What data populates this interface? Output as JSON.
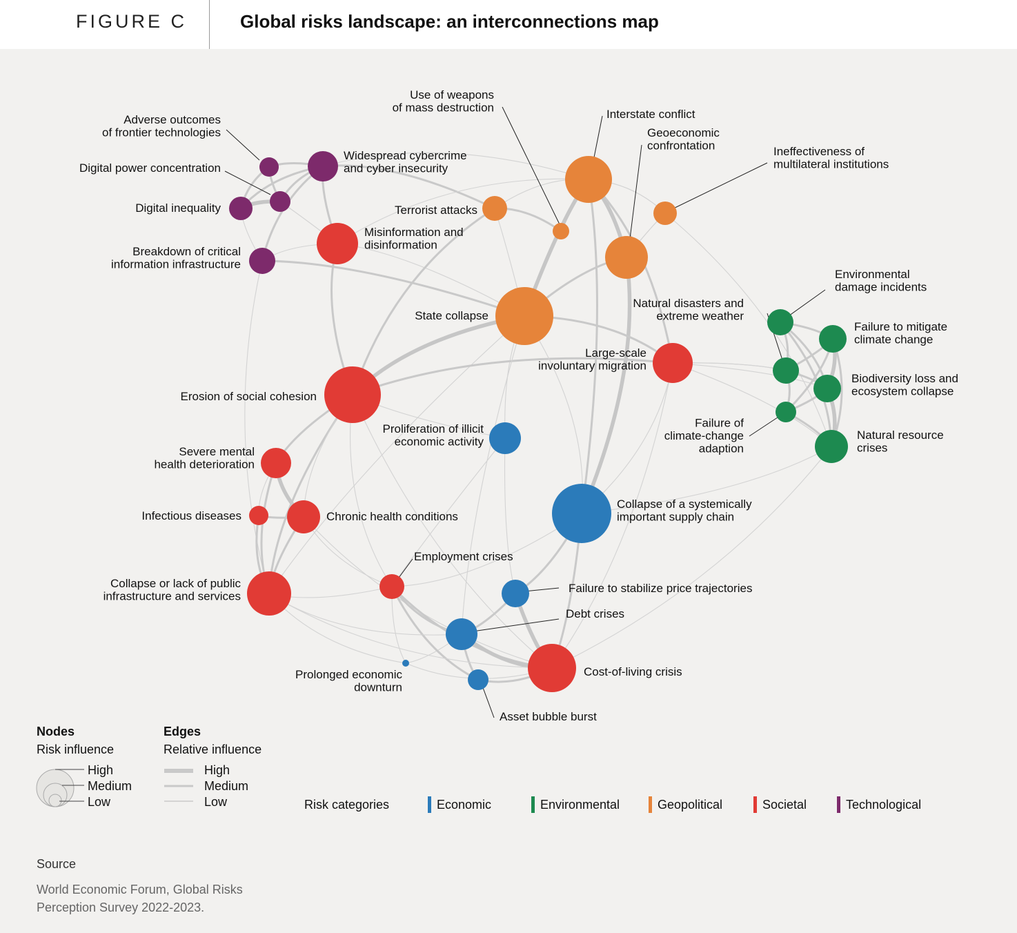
{
  "header": {
    "figure_label": "FIGURE C",
    "title": "Global risks landscape: an interconnections map"
  },
  "colors": {
    "economic": "#2b7bba",
    "environmental": "#1d8a50",
    "geopolitical": "#e6843a",
    "societal": "#e13b35",
    "technological": "#7d2a6b",
    "edge": "#bdbdbd"
  },
  "nodes": [
    {
      "id": "adverse",
      "label": "Adverse outcomes\nof frontier technologies",
      "category": "technological",
      "influence": "low"
    },
    {
      "id": "digpower",
      "label": "Digital power concentration",
      "category": "technological",
      "influence": "low"
    },
    {
      "id": "diginequality",
      "label": "Digital inequality",
      "category": "technological",
      "influence": "low"
    },
    {
      "id": "cybercrime",
      "label": "Widespread cybercrime\nand cyber insecurity",
      "category": "technological",
      "influence": "medium"
    },
    {
      "id": "breakdown",
      "label": "Breakdown of critical\ninformation infrastructure",
      "category": "technological",
      "influence": "low"
    },
    {
      "id": "misinfo",
      "label": "Misinformation and\ndisinformation",
      "category": "societal",
      "influence": "medium"
    },
    {
      "id": "terrorist",
      "label": "Terrorist attacks",
      "category": "geopolitical",
      "influence": "low"
    },
    {
      "id": "wmd",
      "label": "Use of weapons\nof mass destruction",
      "category": "geopolitical",
      "influence": "low"
    },
    {
      "id": "interstate",
      "label": "Interstate conflict",
      "category": "geopolitical",
      "influence": "high"
    },
    {
      "id": "geoeconomic",
      "label": "Geoeconomic\nconfrontation",
      "category": "geopolitical",
      "influence": "medium"
    },
    {
      "id": "ineffective",
      "label": "Ineffectiveness of\nmultilateral institutions",
      "category": "geopolitical",
      "influence": "low"
    },
    {
      "id": "statecollapse",
      "label": "State collapse",
      "category": "geopolitical",
      "influence": "high"
    },
    {
      "id": "migration",
      "label": "Large-scale\ninvoluntary migration",
      "category": "societal",
      "influence": "medium"
    },
    {
      "id": "envdamage",
      "label": "Environmental\ndamage incidents",
      "category": "environmental",
      "influence": "low"
    },
    {
      "id": "natdisasters",
      "label": "Natural disasters and\nextreme weather",
      "category": "environmental",
      "influence": "low"
    },
    {
      "id": "mitigate",
      "label": "Failure to mitigate\nclimate change",
      "category": "environmental",
      "influence": "low"
    },
    {
      "id": "biodiversity",
      "label": "Biodiversity loss and\necosystem collapse",
      "category": "environmental",
      "influence": "low"
    },
    {
      "id": "adaption",
      "label": "Failure of\nclimate-change\nadaption",
      "category": "environmental",
      "influence": "low"
    },
    {
      "id": "natresource",
      "label": "Natural resource\ncrises",
      "category": "environmental",
      "influence": "medium"
    },
    {
      "id": "erosion",
      "label": "Erosion of social cohesion",
      "category": "societal",
      "influence": "high"
    },
    {
      "id": "illicit",
      "label": "Proliferation of illicit\neconomic activity",
      "category": "economic",
      "influence": "low"
    },
    {
      "id": "mental",
      "label": "Severe mental\nhealth deterioration",
      "category": "societal",
      "influence": "low"
    },
    {
      "id": "infectious",
      "label": "Infectious diseases",
      "category": "societal",
      "influence": "low"
    },
    {
      "id": "chronic",
      "label": "Chronic health conditions",
      "category": "societal",
      "influence": "low"
    },
    {
      "id": "supplychain",
      "label": "Collapse of a systemically\nimportant supply chain",
      "category": "economic",
      "influence": "high"
    },
    {
      "id": "employment",
      "label": "Employment crises",
      "category": "societal",
      "influence": "low"
    },
    {
      "id": "publicinfra",
      "label": "Collapse or lack of public\ninfrastructure and services",
      "category": "societal",
      "influence": "medium"
    },
    {
      "id": "price",
      "label": "Failure to stabilize price trajectories",
      "category": "economic",
      "influence": "low"
    },
    {
      "id": "debt",
      "label": "Debt crises",
      "category": "economic",
      "influence": "low"
    },
    {
      "id": "costofliving",
      "label": "Cost-of-living crisis",
      "category": "societal",
      "influence": "high"
    },
    {
      "id": "prolonged",
      "label": "Prolonged economic\ndownturn",
      "category": "economic",
      "influence": "low"
    },
    {
      "id": "assetbubble",
      "label": "Asset bubble burst",
      "category": "economic",
      "influence": "low"
    }
  ],
  "edges": [
    {
      "source": "adverse",
      "target": "cybercrime",
      "weight": "medium"
    },
    {
      "source": "adverse",
      "target": "digpower",
      "weight": "medium"
    },
    {
      "source": "adverse",
      "target": "diginequality",
      "weight": "medium"
    },
    {
      "source": "digpower",
      "target": "diginequality",
      "weight": "high"
    },
    {
      "source": "digpower",
      "target": "cybercrime",
      "weight": "medium"
    },
    {
      "source": "diginequality",
      "target": "cybercrime",
      "weight": "medium"
    },
    {
      "source": "diginequality",
      "target": "breakdown",
      "weight": "low"
    },
    {
      "source": "cybercrime",
      "target": "breakdown",
      "weight": "medium"
    },
    {
      "source": "cybercrime",
      "target": "misinfo",
      "weight": "medium"
    },
    {
      "source": "cybercrime",
      "target": "terrorist",
      "weight": "medium"
    },
    {
      "source": "cybercrime",
      "target": "interstate",
      "weight": "low"
    },
    {
      "source": "digpower",
      "target": "misinfo",
      "weight": "low"
    },
    {
      "source": "breakdown",
      "target": "misinfo",
      "weight": "low"
    },
    {
      "source": "breakdown",
      "target": "statecollapse",
      "weight": "medium"
    },
    {
      "source": "breakdown",
      "target": "publicinfra",
      "weight": "low"
    },
    {
      "source": "misinfo",
      "target": "erosion",
      "weight": "medium"
    },
    {
      "source": "misinfo",
      "target": "statecollapse",
      "weight": "low"
    },
    {
      "source": "misinfo",
      "target": "interstate",
      "weight": "low"
    },
    {
      "source": "terrorist",
      "target": "wmd",
      "weight": "medium"
    },
    {
      "source": "terrorist",
      "target": "statecollapse",
      "weight": "low"
    },
    {
      "source": "terrorist",
      "target": "interstate",
      "weight": "low"
    },
    {
      "source": "terrorist",
      "target": "erosion",
      "weight": "medium"
    },
    {
      "source": "wmd",
      "target": "interstate",
      "weight": "medium"
    },
    {
      "source": "interstate",
      "target": "geoeconomic",
      "weight": "high"
    },
    {
      "source": "interstate",
      "target": "statecollapse",
      "weight": "high"
    },
    {
      "source": "interstate",
      "target": "ineffective",
      "weight": "low"
    },
    {
      "source": "interstate",
      "target": "migration",
      "weight": "medium"
    },
    {
      "source": "interstate",
      "target": "supplychain",
      "weight": "medium"
    },
    {
      "source": "geoeconomic",
      "target": "statecollapse",
      "weight": "medium"
    },
    {
      "source": "geoeconomic",
      "target": "supplychain",
      "weight": "high"
    },
    {
      "source": "geoeconomic",
      "target": "ineffective",
      "weight": "low"
    },
    {
      "source": "ineffective",
      "target": "natresource",
      "weight": "low"
    },
    {
      "source": "ineffective",
      "target": "geoeconomic",
      "weight": "low"
    },
    {
      "source": "statecollapse",
      "target": "erosion",
      "weight": "high"
    },
    {
      "source": "statecollapse",
      "target": "migration",
      "weight": "medium"
    },
    {
      "source": "statecollapse",
      "target": "illicit",
      "weight": "low"
    },
    {
      "source": "statecollapse",
      "target": "publicinfra",
      "weight": "low"
    },
    {
      "source": "erosion",
      "target": "migration",
      "weight": "medium"
    },
    {
      "source": "erosion",
      "target": "mental",
      "weight": "medium"
    },
    {
      "source": "erosion",
      "target": "publicinfra",
      "weight": "medium"
    },
    {
      "source": "erosion",
      "target": "employment",
      "weight": "low"
    },
    {
      "source": "erosion",
      "target": "costofliving",
      "weight": "low"
    },
    {
      "source": "erosion",
      "target": "chronic",
      "weight": "low"
    },
    {
      "source": "migration",
      "target": "natdisasters",
      "weight": "low"
    },
    {
      "source": "migration",
      "target": "biodiversity",
      "weight": "low"
    },
    {
      "source": "migration",
      "target": "natresource",
      "weight": "low"
    },
    {
      "source": "migration",
      "target": "supplychain",
      "weight": "low"
    },
    {
      "source": "migration",
      "target": "costofliving",
      "weight": "low"
    },
    {
      "source": "envdamage",
      "target": "mitigate",
      "weight": "medium"
    },
    {
      "source": "envdamage",
      "target": "natdisasters",
      "weight": "medium"
    },
    {
      "source": "envdamage",
      "target": "biodiversity",
      "weight": "medium"
    },
    {
      "source": "envdamage",
      "target": "natresource",
      "weight": "medium"
    },
    {
      "source": "natdisasters",
      "target": "mitigate",
      "weight": "medium"
    },
    {
      "source": "natdisasters",
      "target": "adaption",
      "weight": "medium"
    },
    {
      "source": "natdisasters",
      "target": "biodiversity",
      "weight": "medium"
    },
    {
      "source": "mitigate",
      "target": "biodiversity",
      "weight": "high"
    },
    {
      "source": "mitigate",
      "target": "adaption",
      "weight": "medium"
    },
    {
      "source": "mitigate",
      "target": "natresource",
      "weight": "medium"
    },
    {
      "source": "biodiversity",
      "target": "adaption",
      "weight": "medium"
    },
    {
      "source": "biodiversity",
      "target": "natresource",
      "weight": "high"
    },
    {
      "source": "adaption",
      "target": "natresource",
      "weight": "medium"
    },
    {
      "source": "natresource",
      "target": "supplychain",
      "weight": "low"
    },
    {
      "source": "natresource",
      "target": "costofliving",
      "weight": "low"
    },
    {
      "source": "natdisasters",
      "target": "migration",
      "weight": "low"
    },
    {
      "source": "illicit",
      "target": "erosion",
      "weight": "low"
    },
    {
      "source": "illicit",
      "target": "employment",
      "weight": "low"
    },
    {
      "source": "mental",
      "target": "chronic",
      "weight": "high"
    },
    {
      "source": "mental",
      "target": "infectious",
      "weight": "low"
    },
    {
      "source": "mental",
      "target": "publicinfra",
      "weight": "medium"
    },
    {
      "source": "infectious",
      "target": "chronic",
      "weight": "medium"
    },
    {
      "source": "infectious",
      "target": "publicinfra",
      "weight": "medium"
    },
    {
      "source": "chronic",
      "target": "publicinfra",
      "weight": "medium"
    },
    {
      "source": "chronic",
      "target": "employment",
      "weight": "low"
    },
    {
      "source": "chronic",
      "target": "costofliving",
      "weight": "low"
    },
    {
      "source": "supplychain",
      "target": "price",
      "weight": "medium"
    },
    {
      "source": "supplychain",
      "target": "costofliving",
      "weight": "medium"
    },
    {
      "source": "supplychain",
      "target": "employment",
      "weight": "low"
    },
    {
      "source": "supplychain",
      "target": "statecollapse",
      "weight": "low"
    },
    {
      "source": "employment",
      "target": "costofliving",
      "weight": "medium"
    },
    {
      "source": "employment",
      "target": "debt",
      "weight": "medium"
    },
    {
      "source": "employment",
      "target": "publicinfra",
      "weight": "low"
    },
    {
      "source": "employment",
      "target": "prolonged",
      "weight": "low"
    },
    {
      "source": "price",
      "target": "debt",
      "weight": "medium"
    },
    {
      "source": "price",
      "target": "costofliving",
      "weight": "high"
    },
    {
      "source": "debt",
      "target": "costofliving",
      "weight": "high"
    },
    {
      "source": "debt",
      "target": "assetbubble",
      "weight": "medium"
    },
    {
      "source": "debt",
      "target": "prolonged",
      "weight": "low"
    },
    {
      "source": "assetbubble",
      "target": "costofliving",
      "weight": "medium"
    },
    {
      "source": "assetbubble",
      "target": "employment",
      "weight": "medium"
    },
    {
      "source": "prolonged",
      "target": "publicinfra",
      "weight": "low"
    },
    {
      "source": "prolonged",
      "target": "costofliving",
      "weight": "low"
    },
    {
      "source": "publicinfra",
      "target": "costofliving",
      "weight": "low"
    },
    {
      "source": "publicinfra",
      "target": "debt",
      "weight": "low"
    },
    {
      "source": "illicit",
      "target": "price",
      "weight": "low"
    },
    {
      "source": "statecollapse",
      "target": "debt",
      "weight": "low"
    }
  ],
  "legend": {
    "nodes_title": "Nodes",
    "nodes_sub": "Risk influence",
    "edges_title": "Edges",
    "edges_sub": "Relative influence",
    "levels": [
      "High",
      "Medium",
      "Low"
    ],
    "categories_label": "Risk categories",
    "categories": [
      {
        "key": "economic",
        "label": "Economic"
      },
      {
        "key": "environmental",
        "label": "Environmental"
      },
      {
        "key": "geopolitical",
        "label": "Geopolitical"
      },
      {
        "key": "societal",
        "label": "Societal"
      },
      {
        "key": "technological",
        "label": "Technological"
      }
    ]
  },
  "source": {
    "title": "Source",
    "text": "World Economic Forum, Global Risks Perception Survey 2022-2023."
  }
}
